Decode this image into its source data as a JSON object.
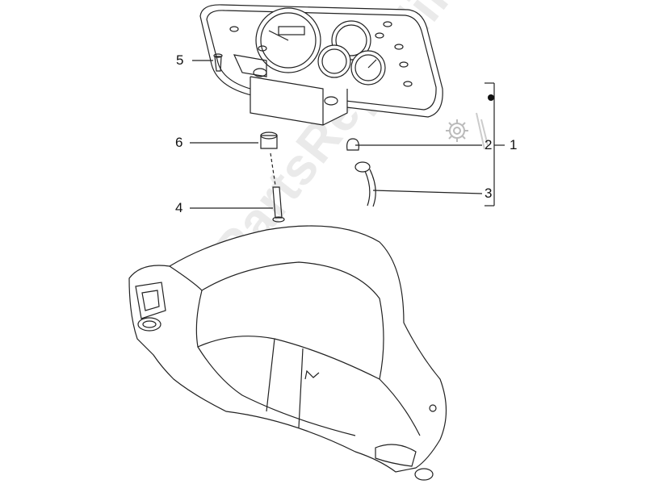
{
  "diagram": {
    "watermark": "PartsRepublik",
    "callouts": [
      {
        "id": "1",
        "label": "1"
      },
      {
        "id": "2",
        "label": "2"
      },
      {
        "id": "3",
        "label": "3"
      },
      {
        "id": "4",
        "label": "4"
      },
      {
        "id": "5",
        "label": "5"
      },
      {
        "id": "6",
        "label": "6"
      }
    ],
    "icons": [
      "gear-icon",
      "bullet-dot-icon"
    ],
    "colors": {
      "line": "#222222",
      "watermark": "#a0a0a0"
    }
  }
}
